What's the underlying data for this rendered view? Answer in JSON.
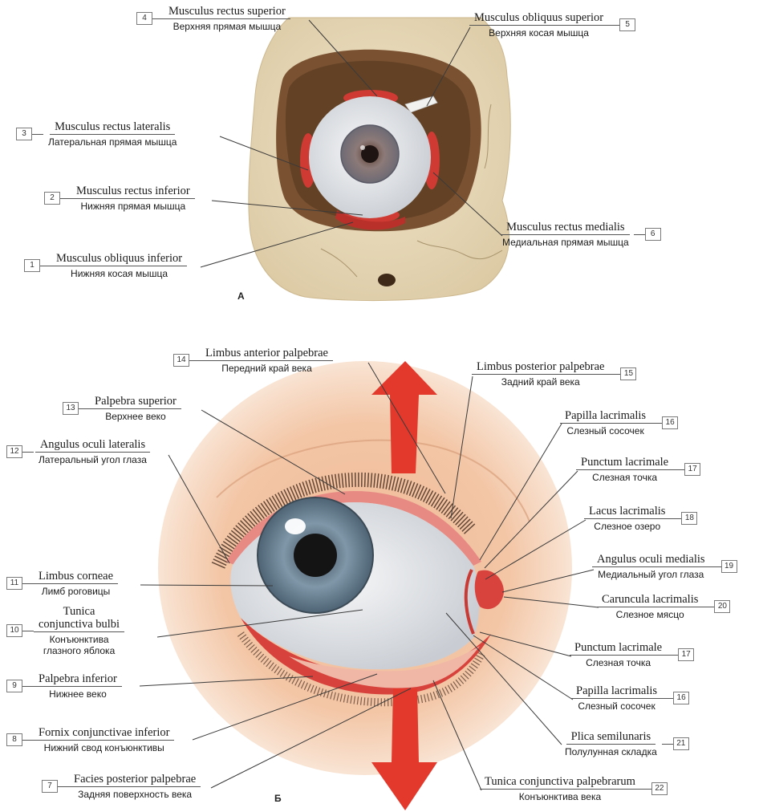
{
  "part_a": {
    "letter": "А",
    "labels": [
      {
        "num": "4",
        "latin": "Musculus rectus superior",
        "rus": "Верхняя прямая мышца"
      },
      {
        "num": "5",
        "latin": "Musculus obliquus superior",
        "rus": "Верхняя косая мышца"
      },
      {
        "num": "3",
        "latin": "Musculus rectus lateralis",
        "rus": "Латеральная прямая мышца"
      },
      {
        "num": "2",
        "latin": "Musculus rectus inferior",
        "rus": "Нижняя прямая мышца"
      },
      {
        "num": "6",
        "latin": "Musculus rectus medialis",
        "rus": "Медиальная прямая мышца"
      },
      {
        "num": "1",
        "latin": "Musculus obliquus inferior",
        "rus": "Нижняя косая мышца"
      }
    ]
  },
  "part_b": {
    "letter": "Б",
    "labels": [
      {
        "num": "14",
        "latin": "Limbus anterior palpebrae",
        "rus": "Передний край века"
      },
      {
        "num": "15",
        "latin": "Limbus posterior palpebrae",
        "rus": "Задний край века"
      },
      {
        "num": "13",
        "latin": "Palpebra superior",
        "rus": "Верхнее веко"
      },
      {
        "num": "16",
        "latin": "Papilla lacrimalis",
        "rus": "Слезный сосочек"
      },
      {
        "num": "12",
        "latin": "Angulus oculi lateralis",
        "rus": "Латеральный угол глаза"
      },
      {
        "num": "17",
        "latin": "Punctum lacrimale",
        "rus": "Слезная точка"
      },
      {
        "num": "18",
        "latin": "Lacus lacrimalis",
        "rus": "Слезное озеро"
      },
      {
        "num": "19",
        "latin": "Angulus oculi medialis",
        "rus": "Медиальный угол глаза"
      },
      {
        "num": "11",
        "latin": "Limbus corneae",
        "rus": "Лимб роговицы"
      },
      {
        "num": "20",
        "latin": "Caruncula lacrimalis",
        "rus": "Слезное мясцо"
      },
      {
        "num": "10",
        "latin": "Tunica\nconjunctiva bulbi",
        "rus": "Конъюнктива\nглазного яблока"
      },
      {
        "num": "17",
        "latin": "Punctum lacrimale",
        "rus": "Слезная точка"
      },
      {
        "num": "9",
        "latin": "Palpebra inferior",
        "rus": "Нижнее веко"
      },
      {
        "num": "16",
        "latin": "Papilla lacrimalis",
        "rus": "Слезный сосочек"
      },
      {
        "num": "8",
        "latin": "Fornix conjunctivae inferior",
        "rus": "Нижний свод конъюнктивы"
      },
      {
        "num": "21",
        "latin": "Plica semilunaris",
        "rus": "Полулунная складка"
      },
      {
        "num": "7",
        "latin": "Facies posterior palpebrae",
        "rus": "Задняя поверхность века"
      },
      {
        "num": "22",
        "latin": "Tunica conjunctiva palpebrarum",
        "rus": "Конъюнктива века"
      }
    ]
  },
  "colors": {
    "bone": "#e8d9ba",
    "orbit_shadow": "#6e4a2c",
    "muscle": "#d9413a",
    "sclera": "#eef0f2",
    "iris": "#6f8798",
    "skin": "#f1c2a0",
    "arrow": "#e2392c"
  }
}
